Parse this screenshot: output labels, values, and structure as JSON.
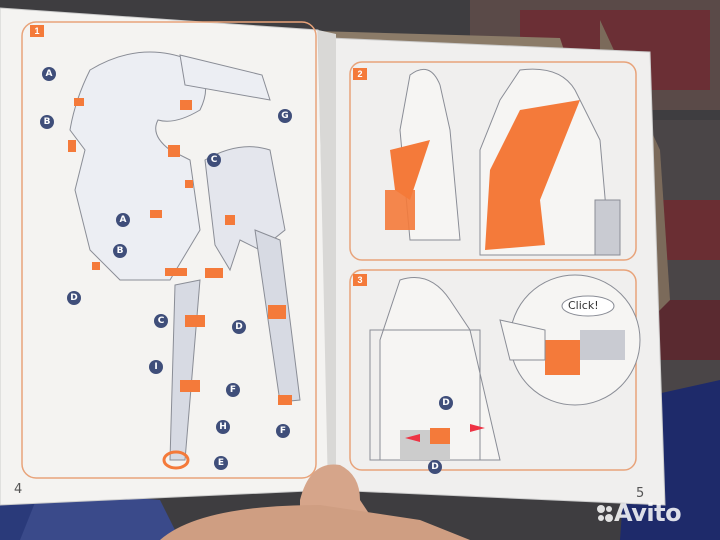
{
  "left_page": {
    "step": "1",
    "page_number": "4",
    "callouts": [
      "A",
      "B",
      "C",
      "A",
      "B",
      "D",
      "C",
      "D",
      "I",
      "F",
      "H",
      "E",
      "F",
      "G"
    ]
  },
  "right_page": {
    "steps": [
      "2",
      "3"
    ],
    "page_number": "5",
    "click_label": "Click!",
    "callouts": [
      "D",
      "D"
    ]
  },
  "watermark": {
    "text": "Avito"
  },
  "colors": {
    "accent": "#f47a3a",
    "callout": "#3f4e7a",
    "paper": "#f3f2ef",
    "strap": "#c9cbd2"
  }
}
